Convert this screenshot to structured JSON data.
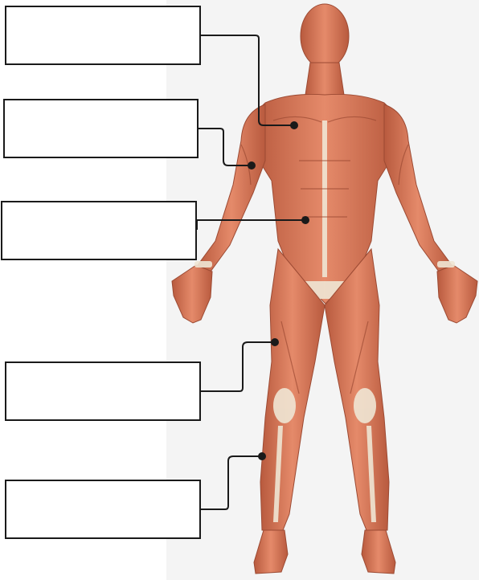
{
  "labels": [
    {
      "id": "label-1",
      "text": ""
    },
    {
      "id": "label-2",
      "text": ""
    },
    {
      "id": "label-3",
      "text": ""
    },
    {
      "id": "label-4",
      "text": ""
    },
    {
      "id": "label-5",
      "text": ""
    }
  ],
  "colors": {
    "muscle": "#d9785a",
    "muscle_dark": "#b5563c",
    "muscle_light": "#ec9c7e",
    "tendon": "#efe6d4",
    "leader_line": "#1a1a1a",
    "background_panel": "#f4f4f4"
  }
}
